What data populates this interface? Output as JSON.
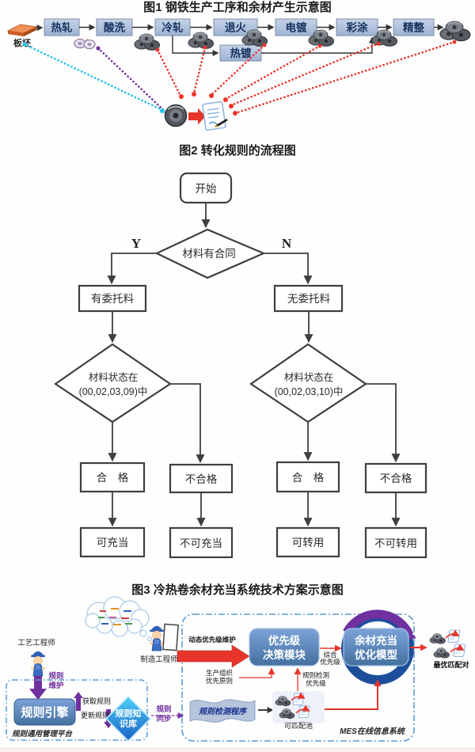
{
  "colors": {
    "process_box_fill": "#aec3e0",
    "process_text": "#17325e",
    "flow_stroke": "#3f3f3f",
    "red_accent": "#e8352b",
    "purple_accent": "#7030a0",
    "cyan_accent": "#19c2ee",
    "module_blue": "#4f7fc3",
    "dash_border_blue": "#5b9bd5",
    "banner_fill": "#b6c4dc",
    "diamond_cyan": "#2fb9ec"
  },
  "fig1": {
    "title": "图1 钢铁生产工序和余材产生示意图",
    "slab": "板坯",
    "steps": [
      "热轧",
      "酸洗",
      "冷轧",
      "退火",
      "电镀",
      "彩涂",
      "精整"
    ],
    "branch": "热镀"
  },
  "fig2": {
    "title": "图2  转化规则的流程图",
    "start": "开始",
    "decision_contract": "材料有合同",
    "yes": "Y",
    "no": "N",
    "has_consign": "有委托料",
    "no_consign": "无委托料",
    "state_left": [
      "材料状态在",
      "(00,02,03,09)中"
    ],
    "state_right": [
      "材料状态在",
      "(00,02,03,10)中"
    ],
    "qualified_left": "合　格",
    "unqualified_left": "不合格",
    "can_serve": "可充当",
    "cannot_serve": "不可充当",
    "qualified_right": "合　格",
    "unqualified_right": "不合格",
    "can_transfer": "可转用",
    "cannot_transfer": "不可转用"
  },
  "fig3": {
    "title": "图3  冷热卷余材充当系统技术方案示意图",
    "engineer_process": "工艺工程师",
    "engineer_manufacturing": "制造工程师",
    "rule_maintain": [
      "规则",
      "维护"
    ],
    "dynamic_priority": "动态优先级维护",
    "rule_engine": "规则引擎",
    "get_rules": "获取规则",
    "update_rules": "更新规则",
    "knowledge": [
      "规则知",
      "识库"
    ],
    "platform": "规则通用管理平台",
    "rule_sync": [
      "规则",
      "同步"
    ],
    "check_program": "规则检测程序",
    "priority_module": [
      "优先级",
      "决策模块"
    ],
    "combined": [
      "综合",
      "优先级"
    ],
    "optimize_model": [
      "余材充当",
      "优化模型"
    ],
    "production_org": [
      "生产组织",
      "优先原则"
    ],
    "rule_check": [
      "规则检测",
      "优先级"
    ],
    "pool": "可匹配池",
    "mes": "MES在线信息系统",
    "best_match": "最优匹配对"
  }
}
